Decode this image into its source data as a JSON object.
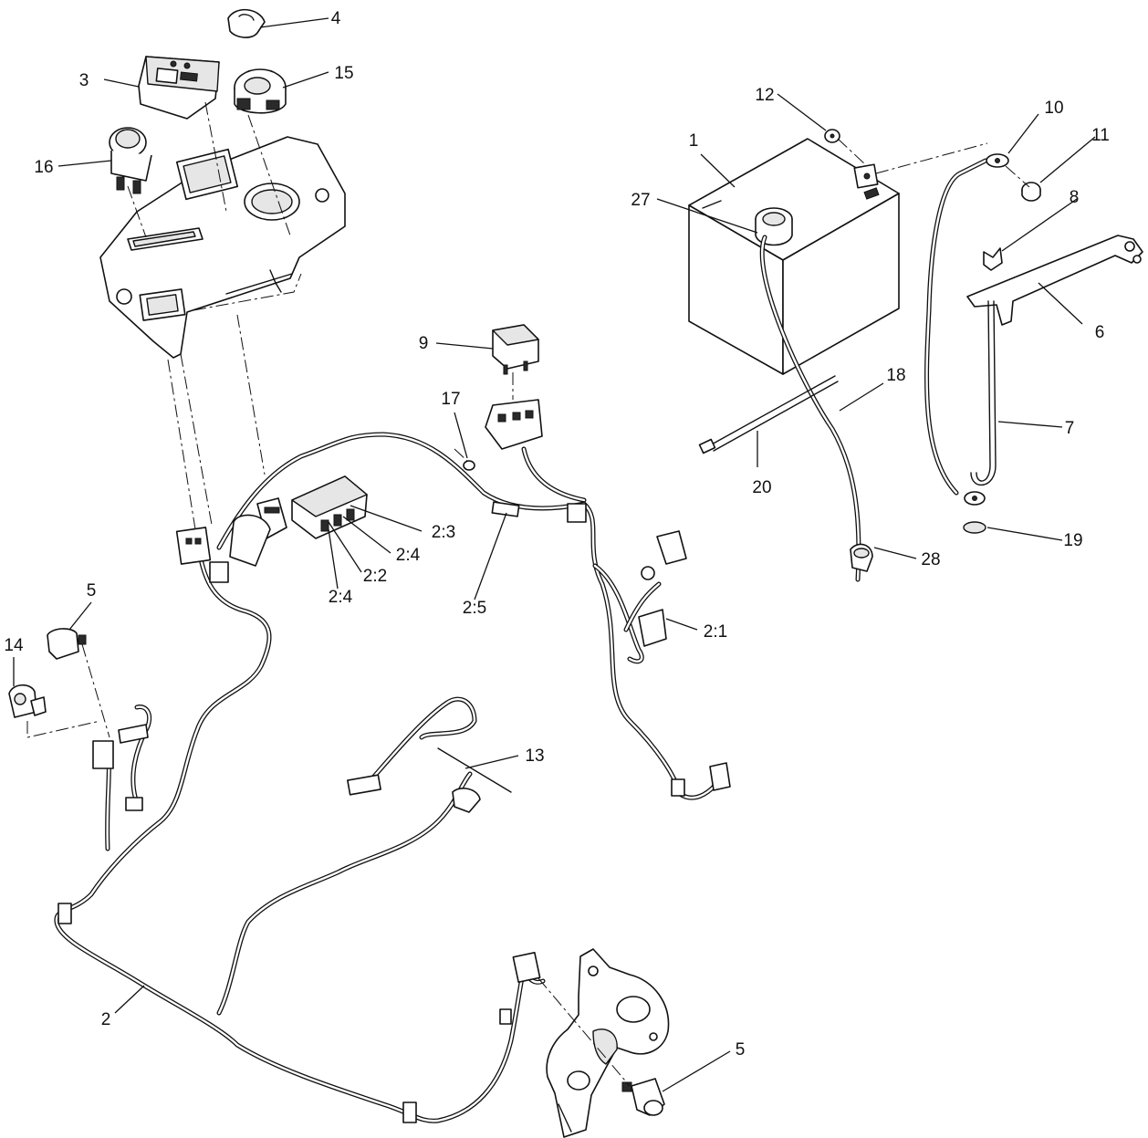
{
  "callouts": {
    "c1": "1",
    "c2": "2",
    "c2_1": "2:1",
    "c2_2": "2:2",
    "c2_3": "2:3",
    "c2_4a": "2:4",
    "c2_4b": "2:4",
    "c2_5": "2:5",
    "c3": "3",
    "c4": "4",
    "c5a": "5",
    "c5b": "5",
    "c6": "6",
    "c7": "7",
    "c8": "8",
    "c9": "9",
    "c10": "10",
    "c11": "11",
    "c12": "12",
    "c13": "13",
    "c14": "14",
    "c15": "15",
    "c16": "16",
    "c17": "17",
    "c18": "18",
    "c19": "19",
    "c20": "20",
    "c27": "27",
    "c28": "28"
  },
  "colors": {
    "line": "#111111",
    "background": "#ffffff",
    "shade": "#e6e6e6"
  }
}
